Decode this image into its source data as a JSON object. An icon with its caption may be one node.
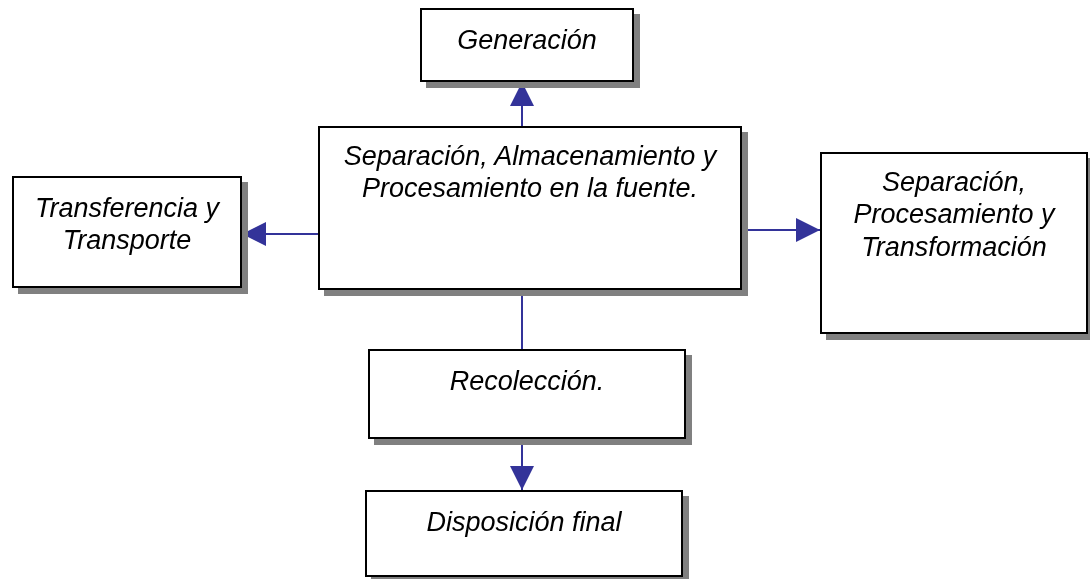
{
  "diagram": {
    "nodes": [
      {
        "text": [
          "Generación"
        ]
      },
      {
        "text": [
          "Separación, Almacenamiento y Procesamiento en la fuente."
        ]
      },
      {
        "text": [
          "Transferencia y Transporte"
        ]
      },
      {
        "text": [
          "Separación, Procesamiento y Transformación"
        ]
      },
      {
        "text": [
          "Recolección."
        ]
      },
      {
        "text": [
          "Disposición final"
        ]
      }
    ],
    "edges": [
      {
        "from": 1,
        "to": 0,
        "arrow": "to"
      },
      {
        "from": 1,
        "to": 2,
        "arrow": "to"
      },
      {
        "from": 1,
        "to": 3,
        "arrow": "to"
      },
      {
        "from": 1,
        "to": 4,
        "arrow": "none"
      },
      {
        "from": 4,
        "to": 5,
        "arrow": "to"
      }
    ]
  }
}
